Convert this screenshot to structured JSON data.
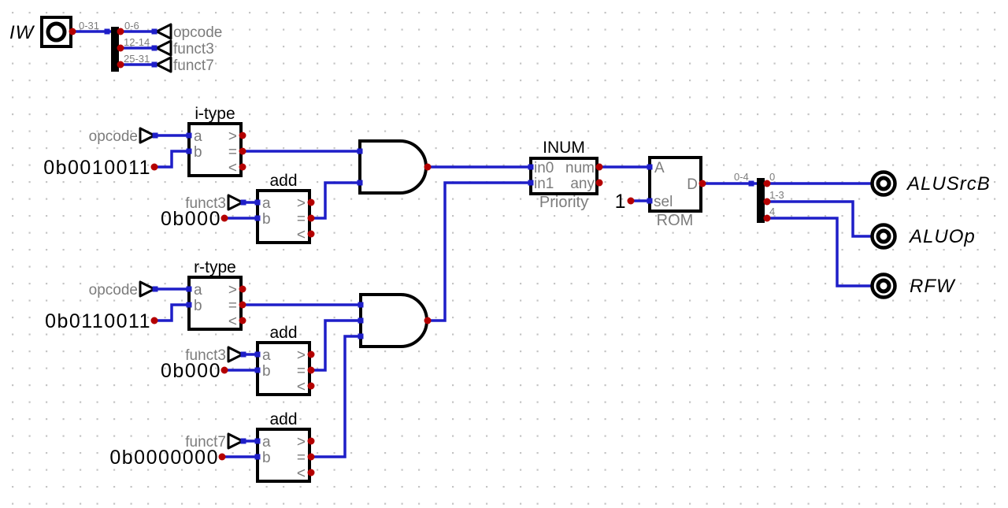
{
  "colors": {
    "wire": "#1e1ec8",
    "junction": "#b40000",
    "pin_text": "#7c7c7c",
    "component": "#000000",
    "grid_dot": "#c4c4c4",
    "background": "#ffffff"
  },
  "input_pin": {
    "label": "IW"
  },
  "input_splitter": {
    "bus_range": "0-31",
    "branches": [
      "0-6",
      "12-14",
      "25-31"
    ]
  },
  "field_tunnels": [
    "opcode",
    "funct3",
    "funct7"
  ],
  "comparators": [
    {
      "title": "i-type",
      "input_tunnel": "opcode",
      "constant": "0b0010011",
      "pin_a": "a",
      "pin_b": "b",
      "pin_gt": ">",
      "pin_eq": "=",
      "pin_lt": "<"
    },
    {
      "title": "add",
      "input_tunnel": "funct3",
      "constant": "0b000",
      "pin_a": "a",
      "pin_b": "b",
      "pin_gt": ">",
      "pin_eq": "=",
      "pin_lt": "<"
    },
    {
      "title": "r-type",
      "input_tunnel": "opcode",
      "constant": "0b0110011",
      "pin_a": "a",
      "pin_b": "b",
      "pin_gt": ">",
      "pin_eq": "=",
      "pin_lt": "<"
    },
    {
      "title": "add",
      "input_tunnel": "funct3",
      "constant": "0b000",
      "pin_a": "a",
      "pin_b": "b",
      "pin_gt": ">",
      "pin_eq": "=",
      "pin_lt": "<"
    },
    {
      "title": "add",
      "input_tunnel": "funct7",
      "constant": "0b0000000",
      "pin_a": "a",
      "pin_b": "b",
      "pin_gt": ">",
      "pin_eq": "=",
      "pin_lt": "<"
    }
  ],
  "priority_encoder": {
    "title": "INUM",
    "type_label": "Priority",
    "pin_in0": "in0",
    "pin_in1": "in1",
    "pin_num": "num",
    "pin_any": "any"
  },
  "rom": {
    "type_label": "ROM",
    "pin_a": "A",
    "pin_sel": "sel",
    "pin_d": "D",
    "sel_constant": "1"
  },
  "output_splitter": {
    "bus_range": "0-4",
    "branches": [
      "0",
      "1-3",
      "4"
    ]
  },
  "output_pins": [
    {
      "label": "ALUSrcB"
    },
    {
      "label": "ALUOp"
    },
    {
      "label": "RFW"
    }
  ]
}
